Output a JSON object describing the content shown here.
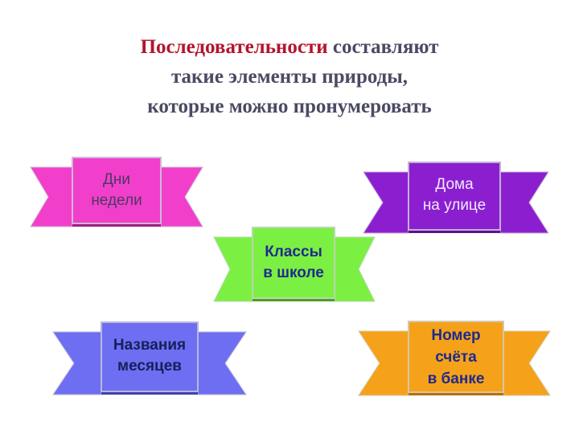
{
  "heading": {
    "line1_accent": "Последовательности",
    "line1_rest": " составляют",
    "line2": "такие элементы природы,",
    "line3": "которые можно пронумеровать"
  },
  "colors": {
    "heading_accent": "#b3152e",
    "heading_text": "#4a4a64",
    "ribbon_pink": "#f23fcb",
    "ribbon_purple": "#8b1fd0",
    "ribbon_green": "#7cf042",
    "ribbon_blue": "#6e6ef2",
    "ribbon_orange": "#f5a21a"
  },
  "ribbons": {
    "days": {
      "line1": "Дни",
      "line2": "недели"
    },
    "houses": {
      "line1": "Дома",
      "line2": "на улице"
    },
    "classes": {
      "line1": "Классы",
      "line2": "в школе"
    },
    "months": {
      "line1": "Названия",
      "line2": "месяцев"
    },
    "account": {
      "line1": "Номер",
      "line2": "счёта",
      "line3": "в банке"
    }
  }
}
